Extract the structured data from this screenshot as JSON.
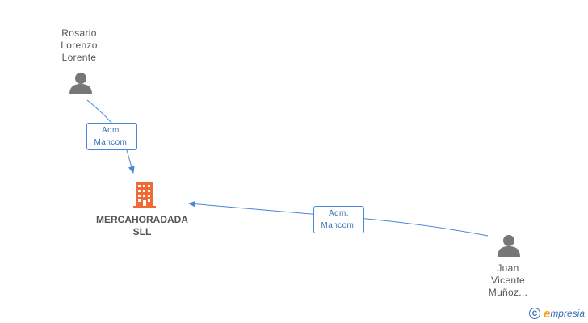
{
  "people": [
    {
      "id": "rosario",
      "name_lines": [
        "Rosario",
        "Lorenzo",
        "Lorente"
      ]
    },
    {
      "id": "juan",
      "name_lines": [
        "Juan",
        "Vicente",
        "Muñoz..."
      ]
    }
  ],
  "company": {
    "name_lines": [
      "MERCAHORADADA",
      "SLL"
    ]
  },
  "edges": [
    {
      "from": "rosario",
      "to": "company",
      "label_lines": [
        "Adm.",
        "Mancom."
      ]
    },
    {
      "from": "juan",
      "to": "company",
      "label_lines": [
        "Adm.",
        "Mancom."
      ]
    }
  ],
  "branding": {
    "copyright_symbol": "C",
    "initial": "e",
    "text": "mpresia"
  },
  "colors": {
    "person_icon": "#777777",
    "company_icon": "#f06a35",
    "edge": "#4a87d6",
    "label_text": "#555555"
  }
}
